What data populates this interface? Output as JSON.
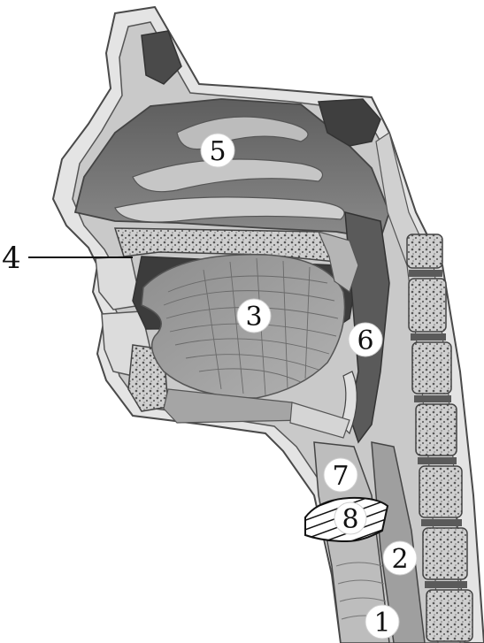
{
  "labels": {
    "n1": "1",
    "n2": "2",
    "n3": "3",
    "n4": "4",
    "n5": "5",
    "n6": "6",
    "n7": "7",
    "n8": "8"
  },
  "colors": {
    "background": "#ffffff",
    "outline": "#4a4a4a",
    "skin": "#d8d8d8",
    "cavity": "#6e6e6e",
    "muscle": "#9a9a9a",
    "bone": "#b9b9b9",
    "vertebra_disc": "#5a5a5a",
    "label_circle": "#ffffff"
  }
}
